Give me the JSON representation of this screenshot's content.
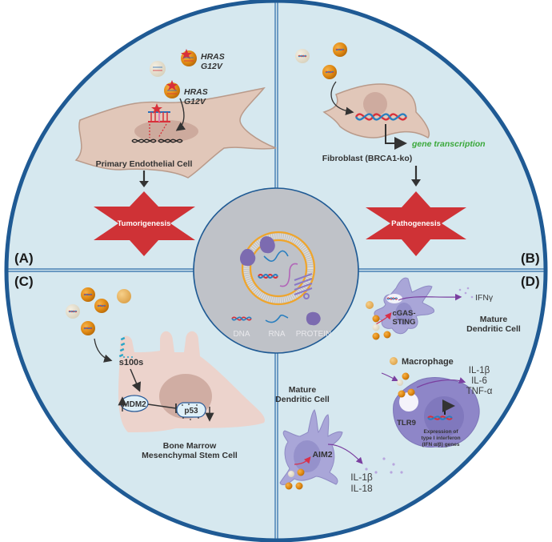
{
  "colors": {
    "background": "#d6e8ef",
    "ring": "#1f5a94",
    "center_disc": "#bfc2c8",
    "star": "#cf3236",
    "cell_tan": "#e1c7b9",
    "nucleus_tan": "#c9a498",
    "dendritic": "#a9a6d8",
    "macrophage": "#8e86c8",
    "vesicle_orange": "#e08a14",
    "green_text": "#3aa83a"
  },
  "panels": {
    "A": {
      "label": "(A)",
      "cell_name": "Primary Endothelial Cell",
      "mutation_labels": [
        "HRAS",
        "G12V",
        "HRAS",
        "G12V"
      ],
      "outcome": "Tumorigenesis"
    },
    "B": {
      "label": "(B)",
      "cell_name": "Fibroblast (BRCA1-ko)",
      "transcription_label": "gene transcription",
      "outcome": "Pathogenesis"
    },
    "C": {
      "label": "(C)",
      "marker": "s100s",
      "up_protein": "MDM2",
      "down_protein": "p53",
      "cell_name_line1": "Bone Marrow",
      "cell_name_line2": "Mesenchymal Stem Cell"
    },
    "D": {
      "label": "(D)",
      "dc_top": {
        "sensor_line1": "cGAS-",
        "sensor_line2": "STING",
        "cytokine": "IFNγ",
        "name_line1": "Mature",
        "name_line2": "Dendritic Cell"
      },
      "macrophage": {
        "name": "Macrophage",
        "sensor": "TLR9",
        "cytokines": [
          "IL-1β",
          "IL-6",
          "TNF-α"
        ],
        "expression_line1": "Expression of",
        "expression_line2": "type I interferon",
        "expression_line3": "(IFN α/β) genes"
      },
      "dc_bottom": {
        "name_line1": "Mature",
        "name_line2": "Dendritic Cell",
        "sensor": "AIM2",
        "cytokines": [
          "IL-1β",
          "IL-18"
        ]
      }
    }
  },
  "center": {
    "legend": [
      "DNA",
      "RNA",
      "PROTEIN"
    ]
  },
  "icons": [
    "exosome-vesicle-icon",
    "dna-helix-icon",
    "rna-strand-icon",
    "protein-icon",
    "arrow-icon",
    "star-burst-icon"
  ]
}
